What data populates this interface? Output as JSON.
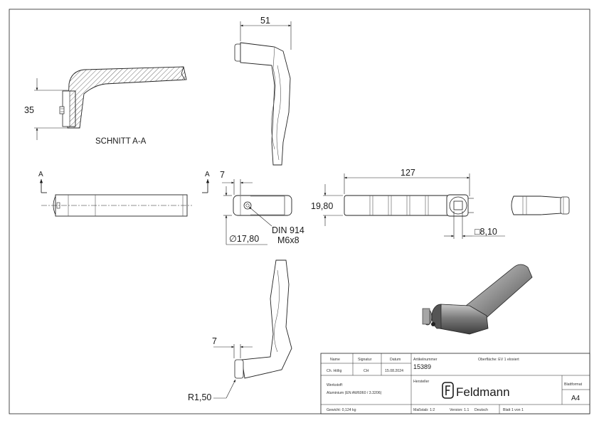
{
  "drawing": {
    "section_view": {
      "label": "SCHNITT A-A",
      "dim_35": "35"
    },
    "top_view": {
      "dim_51": "51"
    },
    "left_view": {
      "marker_left": "A",
      "marker_right": "A"
    },
    "middle_view": {
      "dim_7": "7",
      "dim_diameter": "∅17,80",
      "callout_line1": "DIN 914",
      "callout_line2": "M6x8"
    },
    "front_view": {
      "dim_127": "127",
      "dim_19_80": "19,80",
      "dim_square": "□8,10"
    },
    "bottom_view": {
      "dim_7": "7",
      "dim_radius": "R1,50"
    }
  },
  "title_block": {
    "headers": {
      "name": "Name",
      "signatur": "Signatur",
      "datum": "Datum"
    },
    "row": {
      "name": "Ch. Hölig",
      "signatur": "CH",
      "datum": "15.08.2024"
    },
    "artikelnummer_label": "Artikelnummer",
    "artikelnummer": "15389",
    "oberflaeche": "Oberfläche: EV 1 eloxiert",
    "werkstoff_label": "Werkstoff:",
    "werkstoff": "Aluminium (EN AW6060 / 3.3206)",
    "hersteller_label": "Hersteller",
    "brand": "Feldmann",
    "blattformat_label": "Blattformat",
    "blattformat": "A4",
    "gewicht": "Gewicht: 0,124 kg",
    "massstab": "Maßstab: 1:2",
    "version": "Version: 1.1",
    "sprache": "Deutsch",
    "blatt": "Blatt 1 von 1"
  }
}
